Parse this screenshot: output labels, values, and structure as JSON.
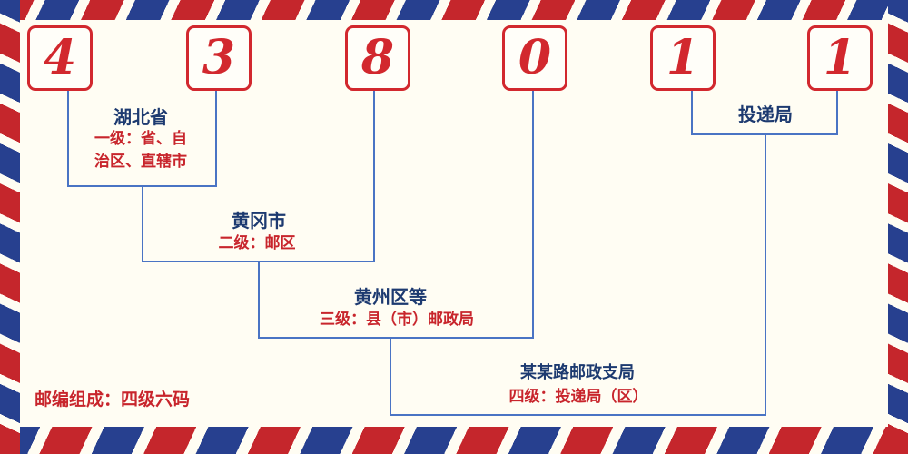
{
  "colors": {
    "digit_red": "#d2282e",
    "line_blue": "#4a74c4",
    "name_navy": "#1d3a70",
    "desc_red": "#c8252c",
    "border_red": "#c5262c",
    "border_blue": "#27408f",
    "background": "#fffdf3"
  },
  "digits": [
    "4",
    "3",
    "8",
    "0",
    "1",
    "1"
  ],
  "labels": {
    "level1": {
      "name": "湖北省",
      "desc_line1": "一级：省、自",
      "desc_line2": "治区、直辖市"
    },
    "level2": {
      "name": "黄冈市",
      "desc": "二级：邮区"
    },
    "level3": {
      "name": "黄州区等",
      "desc": "三级：县（市）邮政局"
    },
    "delivery": {
      "name": "投递局"
    },
    "level4": {
      "name": "某某路邮政支局",
      "desc": "四级：投递局（区）"
    }
  },
  "footer": {
    "note": "邮编组成：四级六码"
  }
}
